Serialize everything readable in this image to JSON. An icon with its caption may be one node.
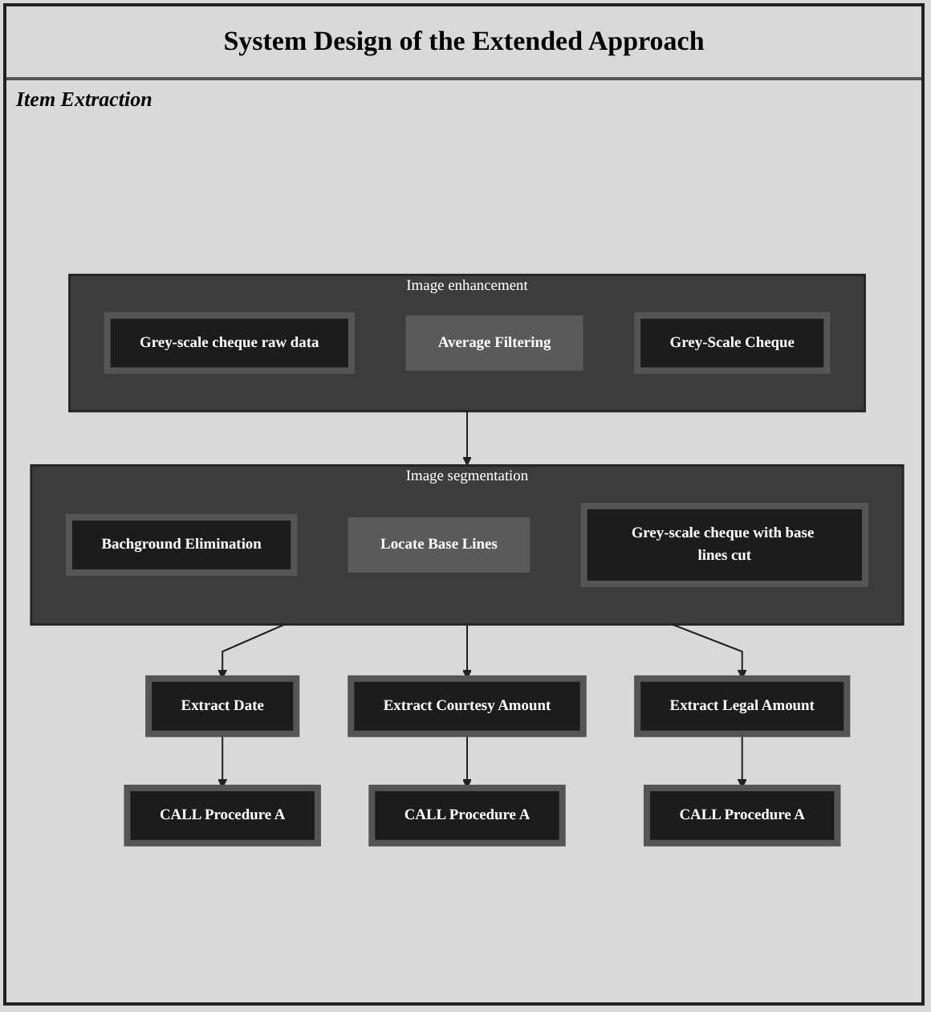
{
  "diagram": {
    "title": "System Design of the Extended Approach",
    "nodes": [
      {
        "text": [
          "Image enhancement"
        ]
      },
      {
        "text": [
          "Grey-scale cheque raw data"
        ],
        "in": 0
      },
      {
        "text": [
          "Average Filtering"
        ],
        "in": 0
      },
      {
        "text": [
          "Grey-Scale Cheque"
        ],
        "in": 0
      },
      {
        "text": [
          "Image segmentation"
        ]
      },
      {
        "text": [
          "Bachground Elimination"
        ],
        "in": 4
      },
      {
        "text": [
          "Locate Base Lines"
        ],
        "in": 4
      },
      {
        "text": [
          "Grey-scale cheque with base lines cut"
        ],
        "in": 4
      },
      {
        "text": [
          "Extract Date"
        ]
      },
      {
        "text": [
          "Extract Courtesy Amount"
        ]
      },
      {
        "text": [
          "Extract Legal Amount"
        ]
      },
      {
        "text": [
          "CALL Procedure A"
        ]
      },
      {
        "text": [
          "CALL Procedure A"
        ]
      },
      {
        "text": [
          "CALL Procedure A"
        ]
      }
    ],
    "edges": [
      {
        "from": 0,
        "to": 4,
        "arrow": "to"
      },
      {
        "from": 4,
        "to": 8,
        "arrow": "to"
      },
      {
        "from": 4,
        "to": 9,
        "arrow": "to"
      },
      {
        "from": 4,
        "to": 10,
        "arrow": "to"
      },
      {
        "from": 8,
        "to": 11,
        "arrow": "to"
      },
      {
        "from": 9,
        "to": 12,
        "arrow": "to"
      },
      {
        "from": 10,
        "to": 13,
        "arrow": "to"
      }
    ],
    "labels": [
      "Item Extraction"
    ]
  }
}
